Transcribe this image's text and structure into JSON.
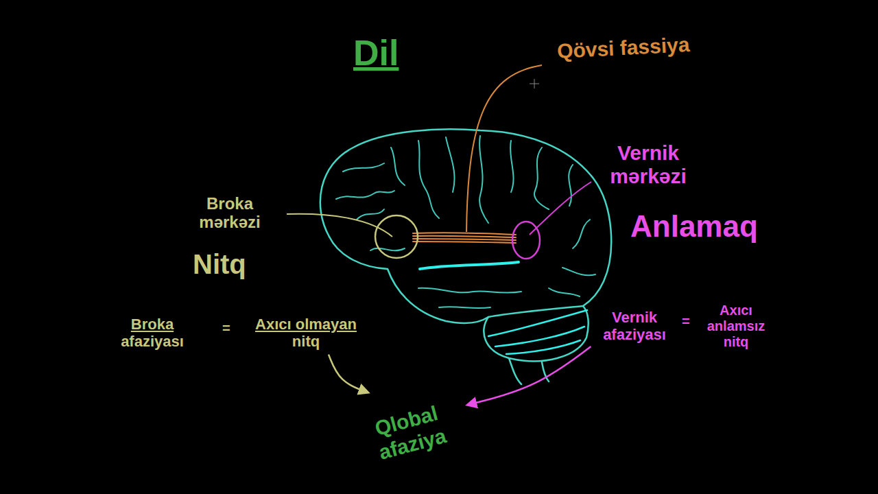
{
  "diagram": {
    "title": "Dil",
    "nodes": [
      {
        "text": [
          "Axıcı olmayan nitq"
        ]
      },
      {
        "text": [
          "Vernik afaziyası"
        ]
      },
      {
        "text": [
          "Qlobal afaziya"
        ]
      }
    ],
    "edges": [
      {
        "from": 0,
        "to": 2,
        "arrow": "to"
      },
      {
        "from": 1,
        "to": 2,
        "arrow": "to"
      }
    ],
    "labels": [
      "Qövsi fassiya",
      "Vernik mərkəzi",
      "Anlamaq",
      "Broka mərkəzi",
      "Nitq",
      "Broka afaziyası",
      "=",
      "=",
      "Axıcı anlamsız nitq"
    ]
  }
}
